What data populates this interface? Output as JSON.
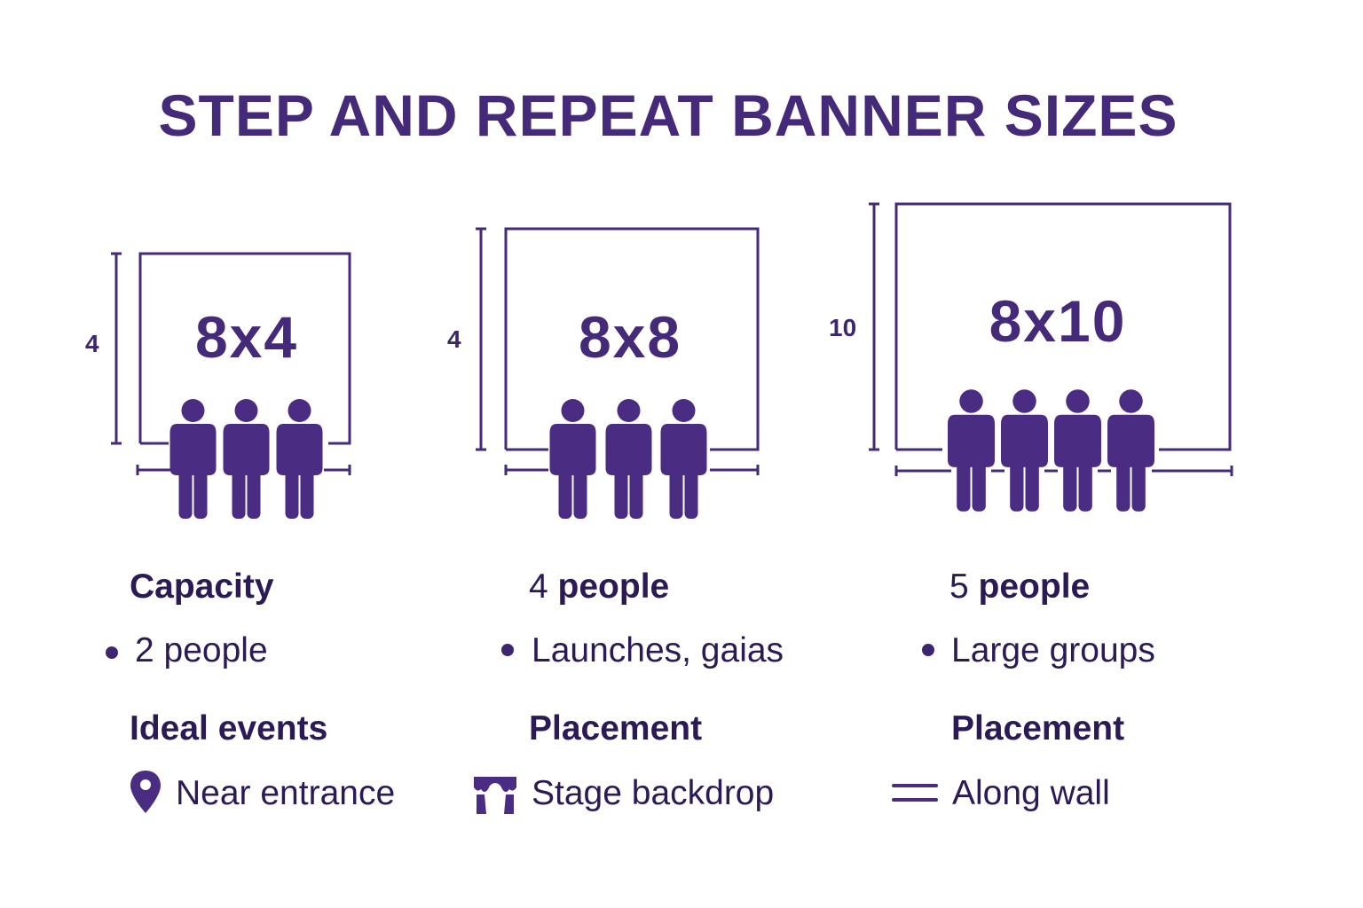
{
  "title": "STEP AND REPEAT BANNER SIZES",
  "colors": {
    "primary": "#452a7a",
    "people": "#4b2c83",
    "text": "#2b1a55"
  },
  "banners": [
    {
      "size_label": "8x4",
      "height_label": "4",
      "people_count": 3,
      "heading": "Capacity",
      "bullet": "2 people",
      "subheading": "Ideal events",
      "icon": "map-pin-icon",
      "detail": "Near entrance"
    },
    {
      "size_label": "8x8",
      "height_label": "4",
      "people_count": 3,
      "heading_number": "4",
      "heading_word": "people",
      "bullet": "Launches, gaias",
      "subheading": "Placement",
      "icon": "stage-curtain-icon",
      "detail": "Stage backdrop"
    },
    {
      "size_label": "8x10",
      "height_label": "10",
      "people_count": 4,
      "heading_number": "5",
      "heading_word": "people",
      "bullet": "Large groups",
      "subheading": "Placement",
      "icon": "wall-lines-icon",
      "detail": "Along wall"
    }
  ]
}
